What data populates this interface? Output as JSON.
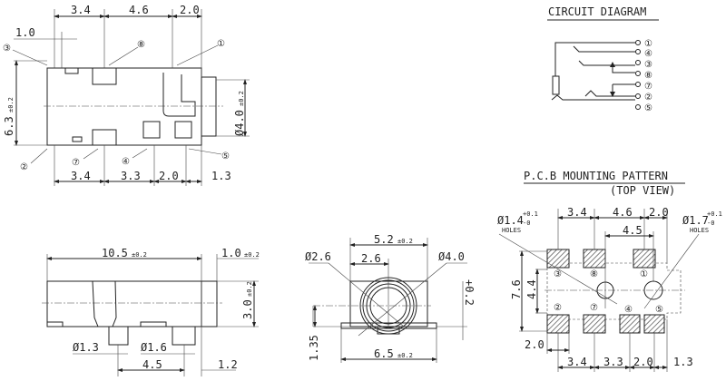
{
  "top_view": {
    "dims_top": [
      "3.4",
      "4.6",
      "2.0"
    ],
    "dim_pin": "1.0",
    "dims_bottom": [
      "3.4",
      "3.3",
      "2.0",
      "1.3"
    ],
    "height": "6.3",
    "height_tol": "±0.2",
    "diameter": "Ø4.0",
    "diameter_tol": "±0.2",
    "pins": [
      "③",
      "⑧",
      "①",
      "②",
      "⑦",
      "④",
      "⑤"
    ]
  },
  "circuit": {
    "title": "CIRCUIT DIAGRAM",
    "pins": [
      "①",
      "④",
      "③",
      "⑧",
      "⑦",
      "②",
      "⑤"
    ]
  },
  "pcb": {
    "title": "P.C.B MOUNTING PATTERN",
    "subtitle": "(TOP VIEW)",
    "dims_top": [
      "3.4",
      "4.6",
      "2.0"
    ],
    "dim_holes": "4.5",
    "dims_bottom": [
      "3.4",
      "3.3",
      "2.0",
      "1.3"
    ],
    "dim_left": "2.0",
    "height_outer": "7.6",
    "height_inner": "4.4",
    "hole_small": "Ø1.4",
    "hole_small_tol_plus": "+0.1",
    "hole_small_tol_minus": "-0",
    "hole_large": "Ø1.7",
    "hole_large_tol_plus": "+0.1",
    "hole_large_tol_minus": "-0",
    "holes_label": "HOLES",
    "pins_top": [
      "③",
      "⑧",
      "①"
    ],
    "pins_bottom": [
      "②",
      "⑦",
      "④",
      "⑤"
    ]
  },
  "side_view": {
    "length": "10.5",
    "length_tol": "±0.2",
    "nose": "1.0",
    "nose_tol": "±0.2",
    "height": "3.0",
    "height_tol": "±0.2",
    "pin1": "Ø1.3",
    "pin2": "Ø1.6",
    "pin_spacing": "4.5",
    "offset": "1.2"
  },
  "front_view": {
    "width": "5.2",
    "width_tol": "±0.2",
    "half": "2.6",
    "d_inner": "Ø2.6",
    "d_outer": "Ø4.0",
    "tol": "+0.2",
    "offset_height": "1.35",
    "base_width": "6.5",
    "base_tol": "±0.2"
  }
}
